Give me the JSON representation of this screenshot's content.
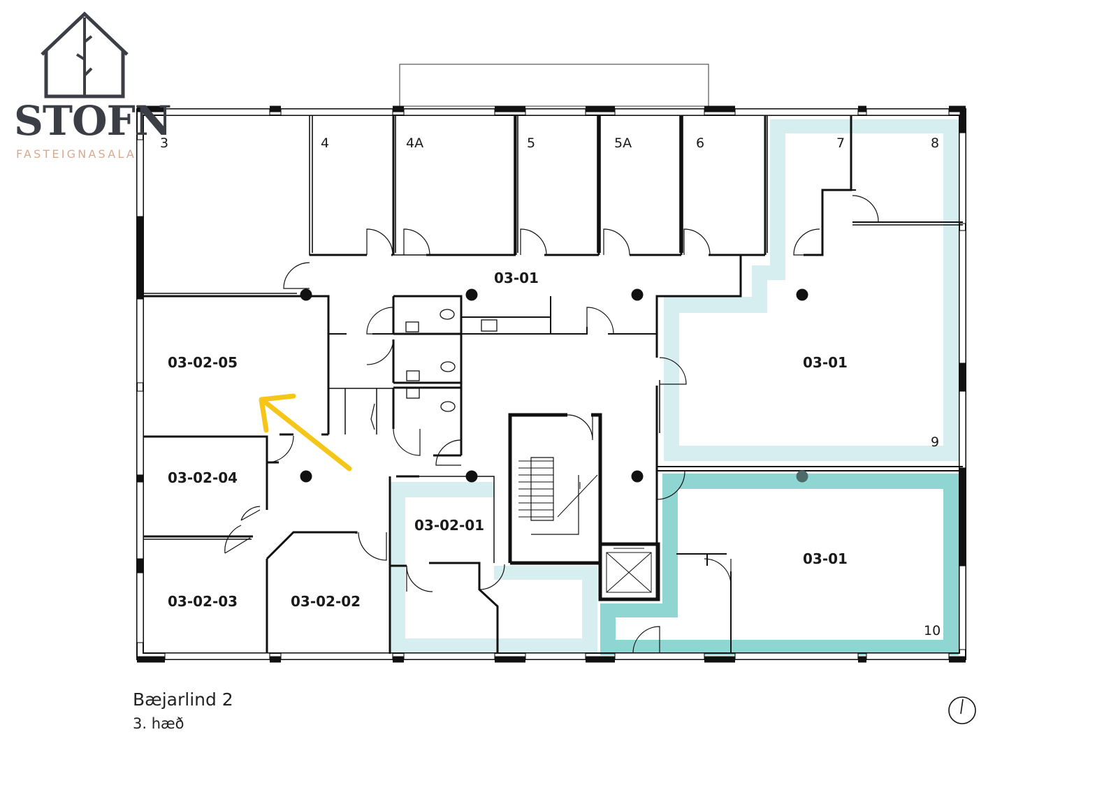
{
  "logo": {
    "name": "STOFN",
    "subtitle": "FASTEIGNASALA"
  },
  "building": {
    "title": "Bæjarlind 2",
    "floor": "3. hæð"
  },
  "rooms": {
    "r030205": "03-02-05",
    "r030204": "03-02-04",
    "r030203": "03-02-03",
    "r030202": "03-02-02",
    "r030201": "03-02-01",
    "r0301_corridor": "03-01",
    "r0301_east": "03-01",
    "r0301_southeast": "03-01"
  },
  "window_numbers": {
    "n3": "3",
    "n4": "4",
    "n4a": "4A",
    "n5": "5",
    "n5a": "5A",
    "n6": "6",
    "n7": "7",
    "n8": "8",
    "n9": "9",
    "n10": "10"
  },
  "colors": {
    "highlight_light": "#d6eeef",
    "highlight_strong": "#8fd6d3",
    "arrow": "#f5c518",
    "logo_dark": "#3b3f45",
    "logo_accent": "#d9a98f"
  },
  "icons": [
    "house-logo-icon",
    "north-arrow-icon",
    "arrow-pointer-icon"
  ]
}
